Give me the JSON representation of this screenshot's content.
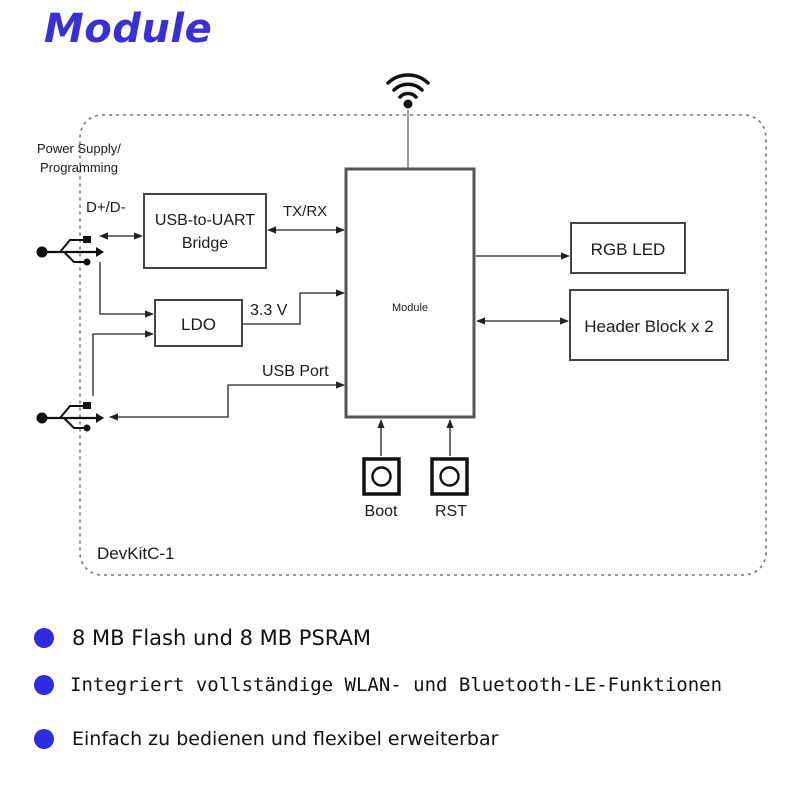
{
  "page": {
    "title": "Module"
  },
  "diagram": {
    "power_label_1": "Power Supply/",
    "power_label_2": "Programming",
    "dplus_label": "D+/D-",
    "usb_uart_1": "USB-to-UART",
    "usb_uart_2": "Bridge",
    "txrx_label": "TX/RX",
    "ldo_label": "LDO",
    "v33_label": "3.3 V",
    "usb_port_label": "USB Port",
    "module_label": "Module",
    "rgb_led_label": "RGB LED",
    "header_block_label": "Header Block x 2",
    "boot_label": "Boot",
    "rst_label": "RST",
    "board_label": "DevKitC-1"
  },
  "icons": {
    "wifi": "wifi-icon",
    "usb": "usb-icon",
    "button": "push-button-icon"
  },
  "colors": {
    "accent": "#3a2fd6",
    "bullet": "#2f2be0",
    "line": "#222222"
  },
  "features": [
    "8 MB Flash und 8 MB PSRAM",
    "Integriert vollständige WLAN- und Bluetooth-LE-Funktionen",
    "Einfach zu bedienen und flexibel erweiterbar"
  ]
}
